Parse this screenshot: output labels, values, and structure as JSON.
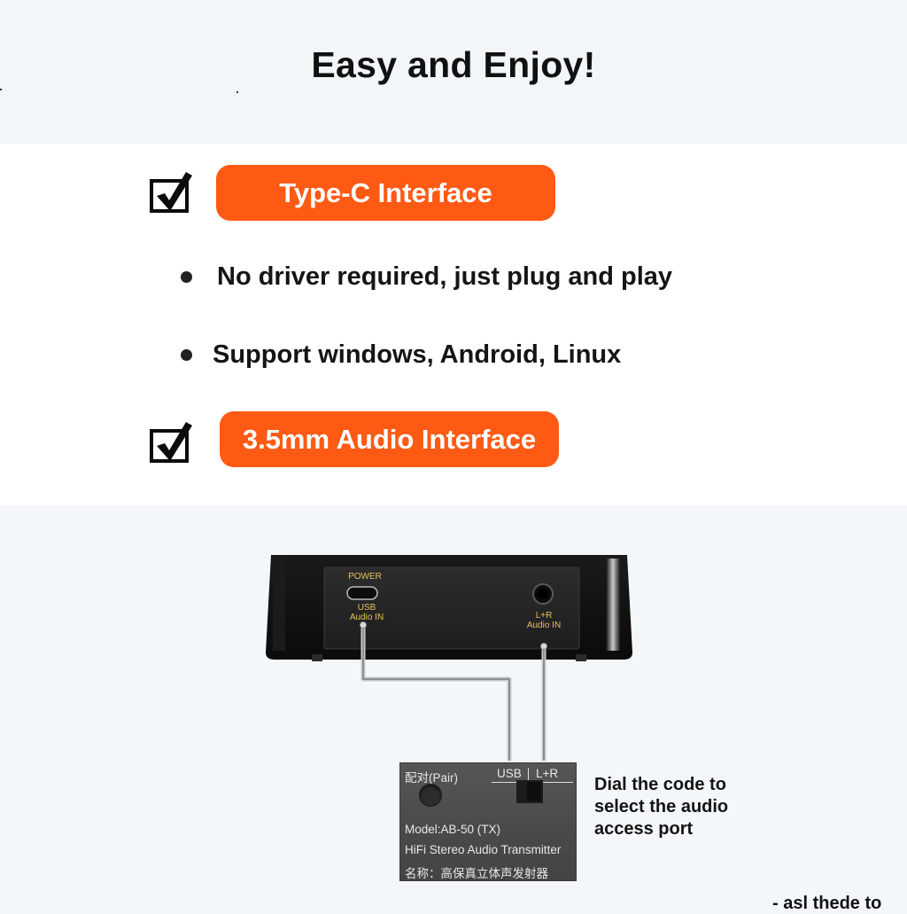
{
  "title": "Easy and Enjoy!",
  "features": [
    {
      "label": "Type-C Interface"
    },
    {
      "label": "3.5mm Audio Interface"
    }
  ],
  "bullets": [
    "No driver required, just plug and play",
    "Support windows, Android, Linux"
  ],
  "device": {
    "power_label": "POWER",
    "usb_label_1": "USB",
    "usb_label_2": "Audio IN",
    "lr_label_1": "L+R",
    "lr_label_2": "Audio IN"
  },
  "transmitter": {
    "pair_label": "配对(Pair)",
    "usb_label": "USB",
    "lr_label": "L+R",
    "model": "Model:AB-50 (TX)",
    "description": "HiFi Stereo Audio Transmitter",
    "name_cn": "名称：高保真立体声发射器"
  },
  "dial_caption": [
    "Dial the code to",
    "select the audio",
    "access port"
  ],
  "cropped_text": "- asl thede to",
  "colors": {
    "accent": "#ff5a14",
    "panel_bg": "#ffffff",
    "page_bg": "#f3f7fa",
    "device_label": "#e8c15a"
  },
  "icons": [
    "checkbox-checked-icon",
    "bullet-dot-icon"
  ]
}
